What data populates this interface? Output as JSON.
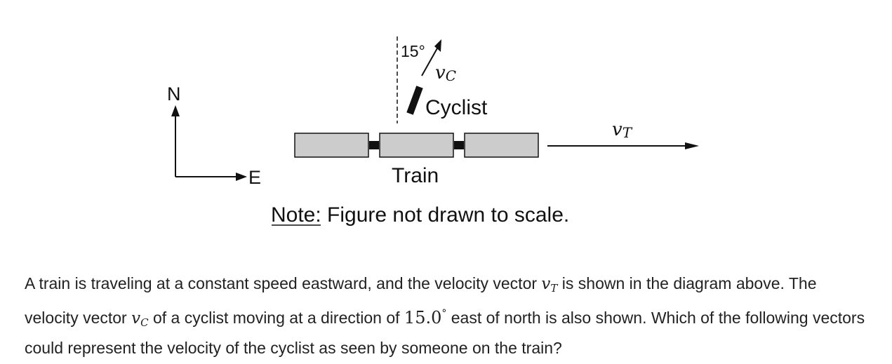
{
  "diagram": {
    "compass_north": "N",
    "compass_east": "E",
    "angle_label": "15°",
    "cyclist_velocity_symbol": "v",
    "cyclist_velocity_subscript": "C",
    "cyclist_label": "Cyclist",
    "train_velocity_symbol": "v",
    "train_velocity_subscript": "T",
    "train_label": "Train",
    "note_prefix": "Note",
    "note_text": ": Figure not drawn to scale."
  },
  "question": {
    "part1": "A train is traveling at a constant speed eastward, and the velocity vector ",
    "vt_symbol": "v",
    "vt_subscript": "T",
    "part2": " is shown in the diagram above. The velocity vector ",
    "vc_symbol": "v",
    "vc_subscript": "C",
    "part3": " of a cyclist moving at a direction of ",
    "angle_value": "15.0",
    "angle_unit": "°",
    "part4": " east of north is also shown. Which of the following vectors could represent the velocity of the cyclist as seen by someone on the train?"
  }
}
